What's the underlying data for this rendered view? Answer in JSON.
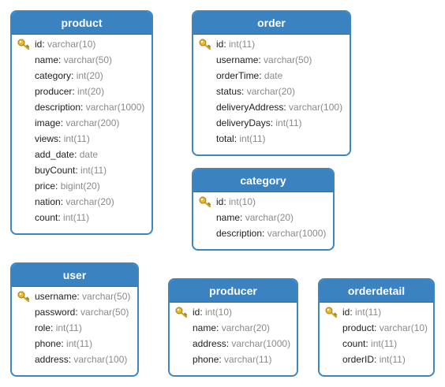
{
  "tables": [
    {
      "id": "product",
      "name": "product",
      "fields": [
        {
          "name": "id",
          "type": "varchar(10)",
          "pk": true
        },
        {
          "name": "name",
          "type": "varchar(50)"
        },
        {
          "name": "category",
          "type": "int(20)"
        },
        {
          "name": "producer",
          "type": "int(20)"
        },
        {
          "name": "description",
          "type": "varchar(1000)"
        },
        {
          "name": "image",
          "type": "varchar(200)"
        },
        {
          "name": "views",
          "type": "int(11)"
        },
        {
          "name": "add_date",
          "type": "date"
        },
        {
          "name": "buyCount",
          "type": "int(11)"
        },
        {
          "name": "price",
          "type": "bigint(20)"
        },
        {
          "name": "nation",
          "type": "varchar(20)"
        },
        {
          "name": "count",
          "type": "int(11)"
        }
      ]
    },
    {
      "id": "order",
      "name": "order",
      "fields": [
        {
          "name": "id",
          "type": "int(11)",
          "pk": true
        },
        {
          "name": "username",
          "type": "varchar(50)"
        },
        {
          "name": "orderTime",
          "type": "date"
        },
        {
          "name": "status",
          "type": "varchar(20)"
        },
        {
          "name": "deliveryAddress",
          "type": "varchar(100)"
        },
        {
          "name": "deliveryDays",
          "type": "int(11)"
        },
        {
          "name": "total",
          "type": "int(11)"
        }
      ]
    },
    {
      "id": "category",
      "name": "category",
      "fields": [
        {
          "name": "id",
          "type": "int(10)",
          "pk": true
        },
        {
          "name": "name",
          "type": "varchar(20)"
        },
        {
          "name": "description",
          "type": "varchar(1000)"
        }
      ]
    },
    {
      "id": "user",
      "name": "user",
      "fields": [
        {
          "name": "username",
          "type": "varchar(50)",
          "pk": true
        },
        {
          "name": "password",
          "type": "varchar(50)"
        },
        {
          "name": "role",
          "type": "int(11)"
        },
        {
          "name": "phone",
          "type": "int(11)"
        },
        {
          "name": "address",
          "type": "varchar(100)"
        }
      ]
    },
    {
      "id": "producer",
      "name": "producer",
      "fields": [
        {
          "name": "id",
          "type": "int(10)",
          "pk": true
        },
        {
          "name": "name",
          "type": "varchar(20)"
        },
        {
          "name": "address",
          "type": "varchar(1000)"
        },
        {
          "name": "phone",
          "type": "varchar(11)"
        }
      ]
    },
    {
      "id": "orderdetail",
      "name": "orderdetail",
      "fields": [
        {
          "name": "id",
          "type": "int(11)",
          "pk": true
        },
        {
          "name": "product",
          "type": "varchar(10)"
        },
        {
          "name": "count",
          "type": "int(11)"
        },
        {
          "name": "orderID",
          "type": "int(11)"
        }
      ]
    }
  ],
  "colors": {
    "header": "#3a82c0",
    "border": "#3d86bf",
    "field_name": "#222222",
    "field_type": "#8a8a8a",
    "key_icon": "#e8b828"
  }
}
